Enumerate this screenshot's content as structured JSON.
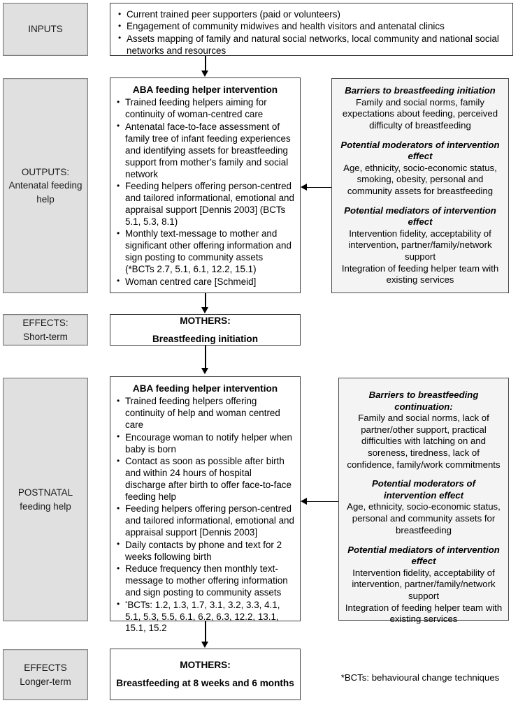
{
  "diagram": {
    "title": "ABA feeding helper intervention logic model",
    "colors": {
      "stage_label_fill": "#e0e0e0",
      "stage_label_border": "#808080",
      "box_border": "#3f3f3f",
      "side_box_fill": "#f4f4f4",
      "arrow": "#000000",
      "page_background": "#ffffff"
    },
    "footnote": "*BCTs: behavioural change techniques"
  },
  "stages": {
    "inputs": "INPUTS",
    "outputs": "OUTPUTS:\nAntenatal feeding help",
    "outputs_line1": "OUTPUTS:",
    "outputs_line2": "Antenatal feeding",
    "outputs_line3": "help",
    "effects_short_line1": "EFFECTS:",
    "effects_short_line2": "Short-term",
    "postnatal_line1": "POSTNATAL",
    "postnatal_line2": "feeding help",
    "effects_long_line1": "EFFECTS",
    "effects_long_line2": "Longer-term"
  },
  "inputs_box": {
    "bullets": [
      "Current trained peer supporters (paid or volunteers)",
      "Engagement of community midwives and health visitors and antenatal clinics",
      "Assets mapping of family and natural social networks, local community and national social networks and resources"
    ]
  },
  "antenatal_intervention": {
    "title": "ABA feeding helper intervention",
    "bullets": [
      "Trained feeding helpers aiming for continuity of woman-centred care",
      "Antenatal face-to-face assessment of family tree of infant feeding experiences and identifying assets for breastfeeding support from mother’s family and social network",
      "Feeding helpers offering person-centred and tailored informational, emotional and appraisal support [Dennis 2003] (BCTs 5.1, 5.3, 8.1)",
      "Monthly text-message to mother and significant other offering information and sign posting to community assets (*BCTs 2.7, 5.1, 6.1, 12.2, 15.1)",
      "Woman centred care [Schmeid]"
    ]
  },
  "antenatal_factors": {
    "sections": [
      {
        "heading": "Barriers to breastfeeding initiation",
        "text": "Family and social norms, family expectations about feeding, perceived difficulty of breastfeeding"
      },
      {
        "heading": "Potential moderators of intervention effect",
        "text": "Age, ethnicity, socio-economic status, smoking, obesity, personal and community assets for breastfeeding"
      },
      {
        "heading": "Potential mediators of intervention effect",
        "text": "Intervention fidelity, acceptability of intervention, partner/family/network support\nIntegration of feeding helper team with existing services"
      }
    ],
    "mediators_text_line_a": "Intervention fidelity, acceptability of intervention, partner/family/network support",
    "mediators_text_line_b": "Integration of feeding helper team with existing services"
  },
  "mothers_short": {
    "line1": "MOTHERS:",
    "line2": "Breastfeeding initiation"
  },
  "postnatal_intervention": {
    "title": "ABA feeding helper intervention",
    "bullets": [
      "Trained feeding helpers offering continuity of help and woman centred care",
      "Encourage woman to notify helper when baby is born",
      "Contact as soon as possible after birth and within 24 hours of hospital discharge after birth to offer face-to-face feeding help",
      "Feeding helpers offering person-centred and tailored informational, emotional and appraisal support [Dennis 2003]",
      "Daily contacts by phone and text for 2 weeks following birth",
      "Reduce frequency then monthly text-message to mother offering information and sign posting to community assets"
    ],
    "bcts_bullet": "BCTs: 1.2, 1.3, 1.7, 3.1, 3.2, 3.3, 4.1, 5.1, 5.3, 5.5, 6.1, 6.2, 6.3, 12.2, 13.1, 15.1, 15.2",
    "bcts_marker": "*"
  },
  "postnatal_factors": {
    "sections": [
      {
        "heading": "Barriers to breastfeeding continuation:",
        "text": "Family and social norms, lack of partner/other support, practical difficulties with latching on and soreness, tiredness, lack of confidence, family/work commitments"
      },
      {
        "heading": "Potential moderators of intervention effect",
        "text": "Age, ethnicity, socio-economic status, personal and community assets for breastfeeding"
      },
      {
        "heading": "Potential mediators of intervention effect",
        "text": "Intervention fidelity, acceptability of intervention, partner/family/network support\nIntegration of feeding helper team with existing services"
      }
    ],
    "mediators_text_line_a": "Intervention fidelity, acceptability of intervention, partner/family/network support",
    "mediators_text_line_b": "Integration of feeding helper team with existing services"
  },
  "mothers_long": {
    "line1": "MOTHERS:",
    "line2": "Breastfeeding at 8 weeks and 6 months"
  }
}
